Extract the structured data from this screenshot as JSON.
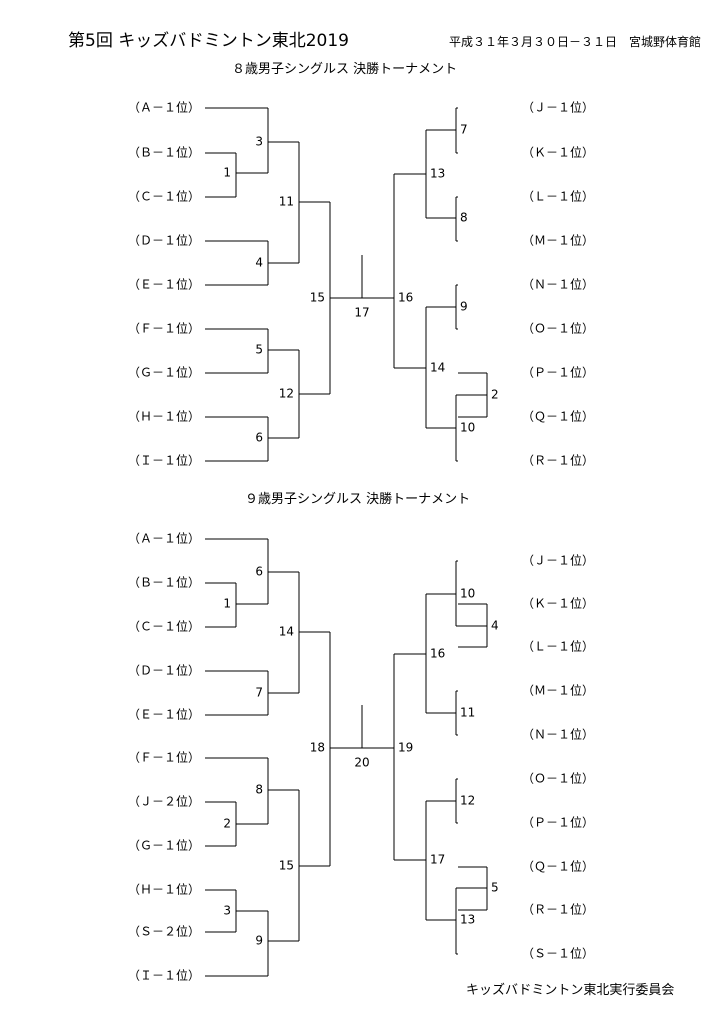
{
  "header": {
    "title": "第5回 キッズバドミントン東北2019",
    "date_venue": "平成３１年３月３０日－３１日　宮城野体育館"
  },
  "tournaments": [
    {
      "title": "８歳男子シングルス 決勝トーナメント",
      "final_match": "17",
      "left": {
        "players": [
          "（Ａ－１位）",
          "（Ｂ－１位）",
          "（Ｃ－１位）",
          "（Ｄ－１位）",
          "（Ｅ－１位）",
          "（Ｆ－１位）",
          "（Ｇ－１位）",
          "（Ｈ－１位）",
          "（Ｉ－１位）"
        ],
        "matches": [
          "3",
          "1",
          "11",
          "4",
          "15",
          "5",
          "12",
          "6"
        ]
      },
      "right": {
        "players": [
          "（Ｊ－１位）",
          "（Ｋ－１位）",
          "（Ｌ－１位）",
          "（Ｍ－１位）",
          "（Ｎ－１位）",
          "（Ｏ－１位）",
          "（Ｐ－１位）",
          "（Ｑ－１位）",
          "（Ｒ－１位）"
        ],
        "matches": [
          "7",
          "13",
          "8",
          "16",
          "9",
          "14",
          "2",
          "10"
        ]
      }
    },
    {
      "title": "９歳男子シングルス 決勝トーナメント",
      "final_match": "20",
      "left": {
        "players": [
          "（Ａ－１位）",
          "（Ｂ－１位）",
          "（Ｃ－１位）",
          "（Ｄ－１位）",
          "（Ｅ－１位）",
          "（Ｆ－１位）",
          "（Ｊ－２位）",
          "（Ｇ－１位）",
          "（Ｈ－１位）",
          "（Ｓ－２位）",
          "（Ｉ－１位）"
        ],
        "matches": [
          "6",
          "1",
          "14",
          "7",
          "18",
          "8",
          "2",
          "15",
          "3",
          "9"
        ]
      },
      "right": {
        "players": [
          "（Ｊ－１位）",
          "（Ｋ－１位）",
          "（Ｌ－１位）",
          "（Ｍ－１位）",
          "（Ｎ－１位）",
          "（Ｏ－１位）",
          "（Ｐ－１位）",
          "（Ｑ－１位）",
          "（Ｒ－１位）",
          "（Ｓ－１位）"
        ],
        "matches": [
          "10",
          "4",
          "16",
          "11",
          "19",
          "12",
          "17",
          "5",
          "13"
        ]
      }
    }
  ],
  "footer": {
    "organizer": "キッズバドミントン東北実行委員会"
  }
}
